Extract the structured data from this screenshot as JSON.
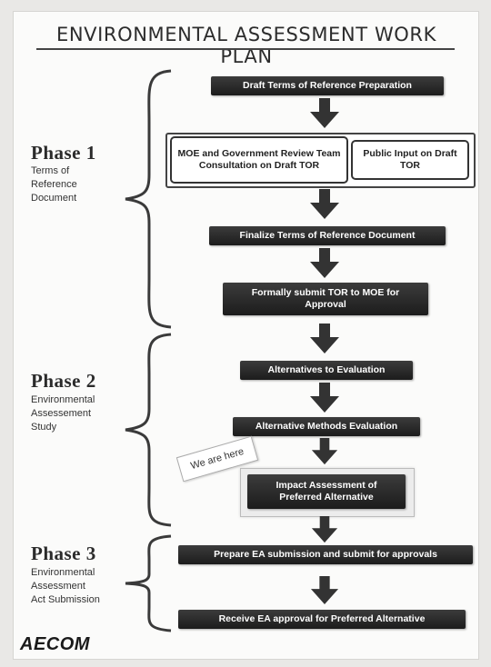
{
  "title": "ENVIRONMENTAL ASSESSMENT WORK PLAN",
  "phases": [
    {
      "name": "Phase 1",
      "lines": [
        "Terms of",
        "Reference",
        "Document"
      ]
    },
    {
      "name": "Phase 2",
      "lines": [
        "Environmental",
        "Assessement",
        "Study"
      ]
    },
    {
      "name": "Phase 3",
      "lines": [
        "Environmental",
        "Assessment",
        "Act Submission"
      ]
    }
  ],
  "steps": {
    "draft_tor": "Draft Terms of Reference Preparation",
    "moe_review": "MOE and Government Review Team Consultation on Draft TOR",
    "public_input": "Public Input on Draft TOR",
    "finalize_tor": "Finalize Terms of Reference Document",
    "submit_tor": "Formally submit TOR to MOE for Approval",
    "alternatives_to": "Alternatives to Evaluation",
    "alternative_methods": "Alternative Methods Evaluation",
    "impact_assessment": "Impact Assessment of Preferred Alternative",
    "prepare_ea": "Prepare EA submission and submit for approvals",
    "receive_ea": "Receive EA approval for Preferred Alternative"
  },
  "marker": "We are here",
  "logo": "AECOM",
  "colors": {
    "box": "#1f1f1f",
    "arrow": "#333333",
    "brace": "#3a3a3a"
  }
}
